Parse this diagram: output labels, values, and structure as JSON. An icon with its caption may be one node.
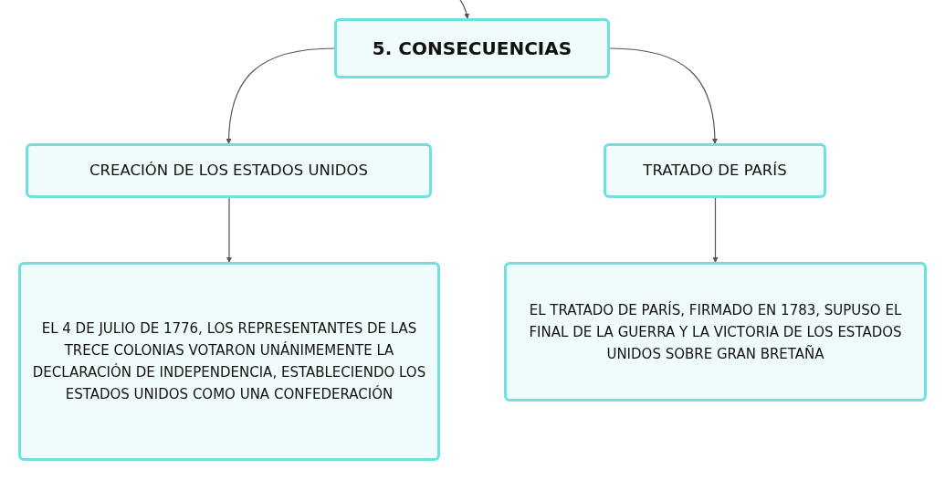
{
  "diagram": {
    "nodes": [
      {
        "text": [
          "5. CONSECUENCIAS"
        ]
      },
      {
        "text": [
          "CREACIÓN DE LOS ESTADOS UNIDOS"
        ]
      },
      {
        "text": [
          "TRATADO DE PARÍS"
        ]
      },
      {
        "text": [
          "EL 4 DE JULIO DE 1776, LOS REPRESENTANTES DE LAS TRECE COLONIAS VOTARON UNÁNIMEMENTE LA DECLARACIÓN DE INDEPENDENCIA, ESTABLECIENDO LOS ESTADOS UNIDOS COMO UNA CONFEDERACIÓN"
        ]
      },
      {
        "text": [
          "EL TRATADO DE PARÍS, FIRMADO EN 1783, SUPUSO EL FINAL DE LA GUERRA Y LA VICTORIA DE LOS ESTADOS UNIDOS SOBRE GRAN BRETAÑA"
        ]
      }
    ],
    "edges": [
      {
        "from": null,
        "to": 0,
        "arrow": "to"
      },
      {
        "from": 0,
        "to": 1,
        "arrow": "to"
      },
      {
        "from": 0,
        "to": 2,
        "arrow": "to"
      },
      {
        "from": 1,
        "to": 3,
        "arrow": "to"
      },
      {
        "from": 2,
        "to": 4,
        "arrow": "to"
      }
    ]
  }
}
